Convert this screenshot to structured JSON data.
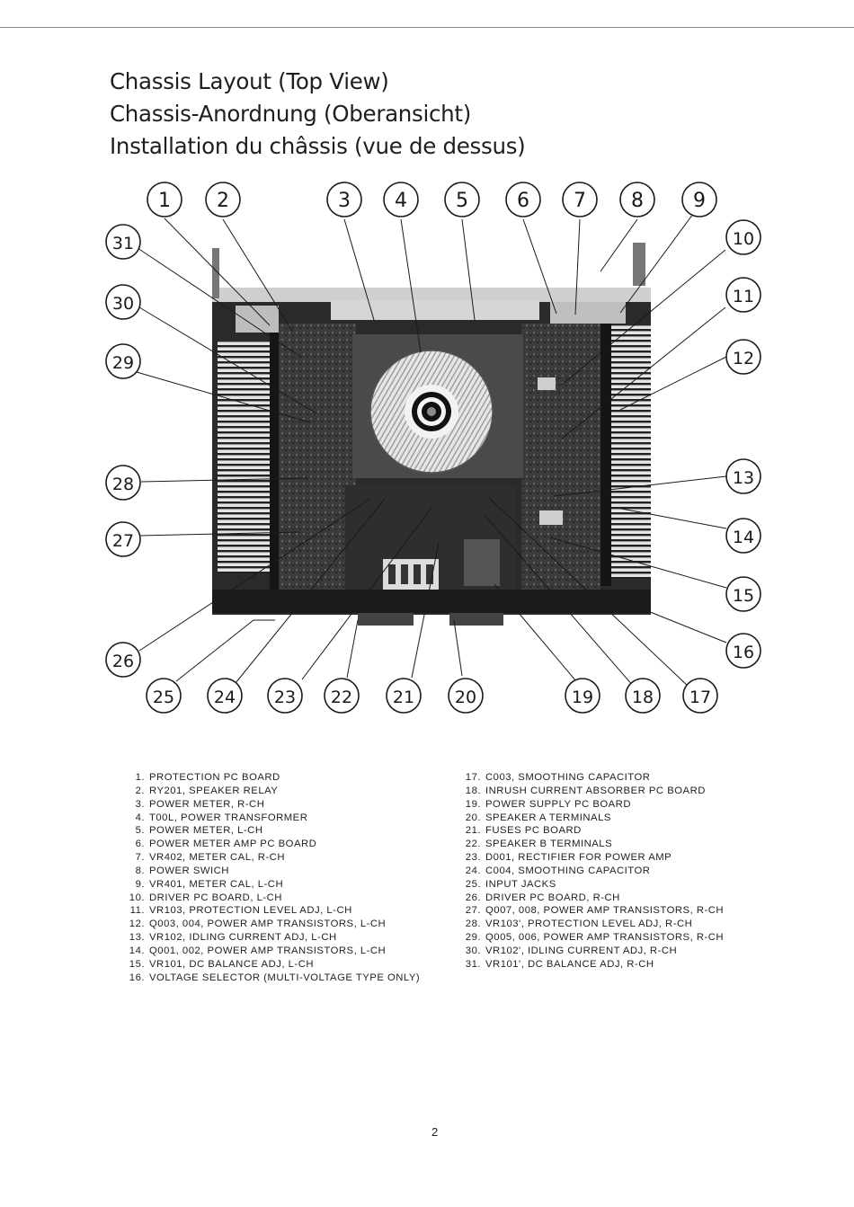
{
  "titles": {
    "en": "Chassis Layout (Top View)",
    "de": "Chassis-Anordnung (Oberansicht)",
    "fr": "Installation du châssis (vue de dessus)"
  },
  "callouts": [
    "1",
    "2",
    "3",
    "4",
    "5",
    "6",
    "7",
    "8",
    "9",
    "10",
    "11",
    "12",
    "13",
    "14",
    "15",
    "16",
    "17",
    "18",
    "19",
    "20",
    "21",
    "22",
    "23",
    "24",
    "25",
    "26",
    "27",
    "28",
    "29",
    "30",
    "31"
  ],
  "legend_left": [
    {
      "num": "1.",
      "text": "PROTECTION PC BOARD"
    },
    {
      "num": "2.",
      "text": "RY201, SPEAKER RELAY"
    },
    {
      "num": "3.",
      "text": "POWER METER, R-CH"
    },
    {
      "num": "4.",
      "text": "T00L, POWER TRANSFORMER"
    },
    {
      "num": "5.",
      "text": "POWER METER, L-CH"
    },
    {
      "num": "6.",
      "text": "POWER METER AMP PC BOARD"
    },
    {
      "num": "7.",
      "text": "VR402, METER CAL, R-CH"
    },
    {
      "num": "8.",
      "text": "POWER SWICH"
    },
    {
      "num": "9.",
      "text": "VR401, METER CAL, L-CH"
    },
    {
      "num": "10.",
      "text": "DRIVER PC BOARD, L-CH"
    },
    {
      "num": "11.",
      "text": "VR103, PROTECTION LEVEL ADJ, L-CH"
    },
    {
      "num": "12.",
      "text": "Q003, 004, POWER AMP TRANSISTORS, L-CH"
    },
    {
      "num": "13.",
      "text": "VR102, IDLING CURRENT ADJ, L-CH"
    },
    {
      "num": "14.",
      "text": "Q001, 002, POWER AMP TRANSISTORS, L-CH"
    },
    {
      "num": "15.",
      "text": "VR101, DC BALANCE ADJ, L-CH"
    },
    {
      "num": "16.",
      "text": "VOLTAGE SELECTOR (MULTI-VOLTAGE TYPE ONLY)"
    }
  ],
  "legend_right": [
    {
      "num": "17.",
      "text": "C003, SMOOTHING CAPACITOR"
    },
    {
      "num": "18.",
      "text": "INRUSH CURRENT ABSORBER PC BOARD"
    },
    {
      "num": "19.",
      "text": "POWER SUPPLY PC BOARD"
    },
    {
      "num": "20.",
      "text": "SPEAKER A TERMINALS"
    },
    {
      "num": "21.",
      "text": "FUSES PC BOARD"
    },
    {
      "num": "22.",
      "text": "SPEAKER B TERMINALS"
    },
    {
      "num": "23.",
      "text": "D001, RECTIFIER FOR POWER AMP"
    },
    {
      "num": "24.",
      "text": "C004, SMOOTHING CAPACITOR"
    },
    {
      "num": "25.",
      "text": "INPUT JACKS"
    },
    {
      "num": "26.",
      "text": "DRIVER PC BOARD, R-CH"
    },
    {
      "num": "27.",
      "text": "Q007, 008, POWER AMP TRANSISTORS, R-CH"
    },
    {
      "num": "28.",
      "text": "VR103', PROTECTION LEVEL ADJ, R-CH"
    },
    {
      "num": "29.",
      "text": "Q005, 006, POWER AMP TRANSISTORS,  R-CH"
    },
    {
      "num": "30.",
      "text": "VR102', IDLING CURRENT ADJ, R-CH"
    },
    {
      "num": "31.",
      "text": "VR101', DC BALANCE ADJ, R-CH"
    }
  ],
  "page_number": "2",
  "colors": {
    "ink": "#1a1a1a",
    "photo_dark": "#1b1b1b",
    "photo_mid": "#6f6f6f",
    "photo_light": "#d2d2d2"
  }
}
